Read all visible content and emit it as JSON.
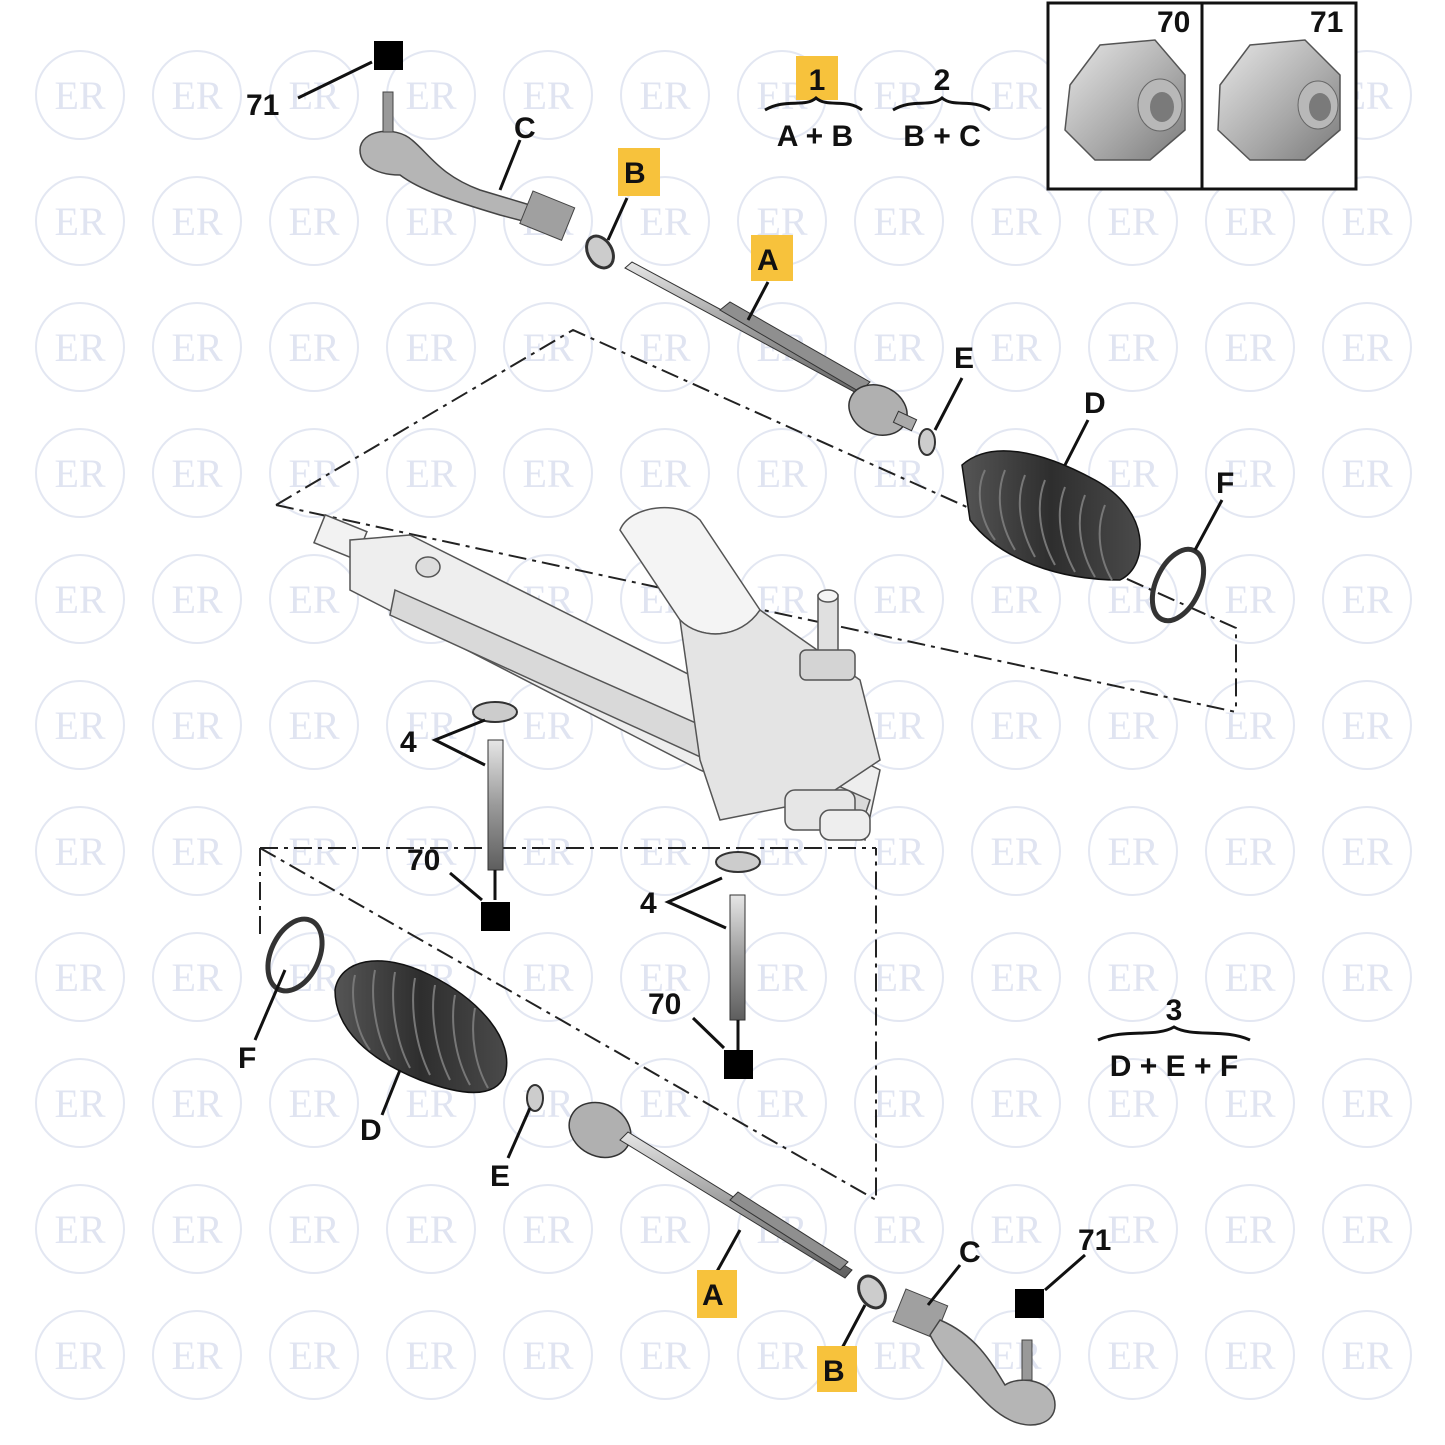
{
  "colors": {
    "highlight": "#f7c23c",
    "ink": "#111111",
    "part_gray": "#8a8a8a",
    "boot_dark": "#3a3a3a",
    "watermark": "#c7cfe6"
  },
  "watermark": {
    "text": "ER"
  },
  "inset": {
    "nut_70": "70",
    "nut_71": "71"
  },
  "kits": [
    {
      "number": "1",
      "formula": "A + B",
      "highlighted": true
    },
    {
      "number": "2",
      "formula": "B + C",
      "highlighted": false
    },
    {
      "number": "3",
      "formula": "D + E + F",
      "highlighted": false
    }
  ],
  "callouts": {
    "top_71": "71",
    "top_C": "C",
    "top_B": "B",
    "top_A": "A",
    "top_E": "E",
    "top_D": "D",
    "top_F": "F",
    "left_4": "4",
    "left_70": "70",
    "mid_4": "4",
    "mid_70": "70",
    "bot_F": "F",
    "bot_D": "D",
    "bot_E": "E",
    "bot_A": "A",
    "bot_B": "B",
    "bot_C": "C",
    "bot_71": "71"
  }
}
